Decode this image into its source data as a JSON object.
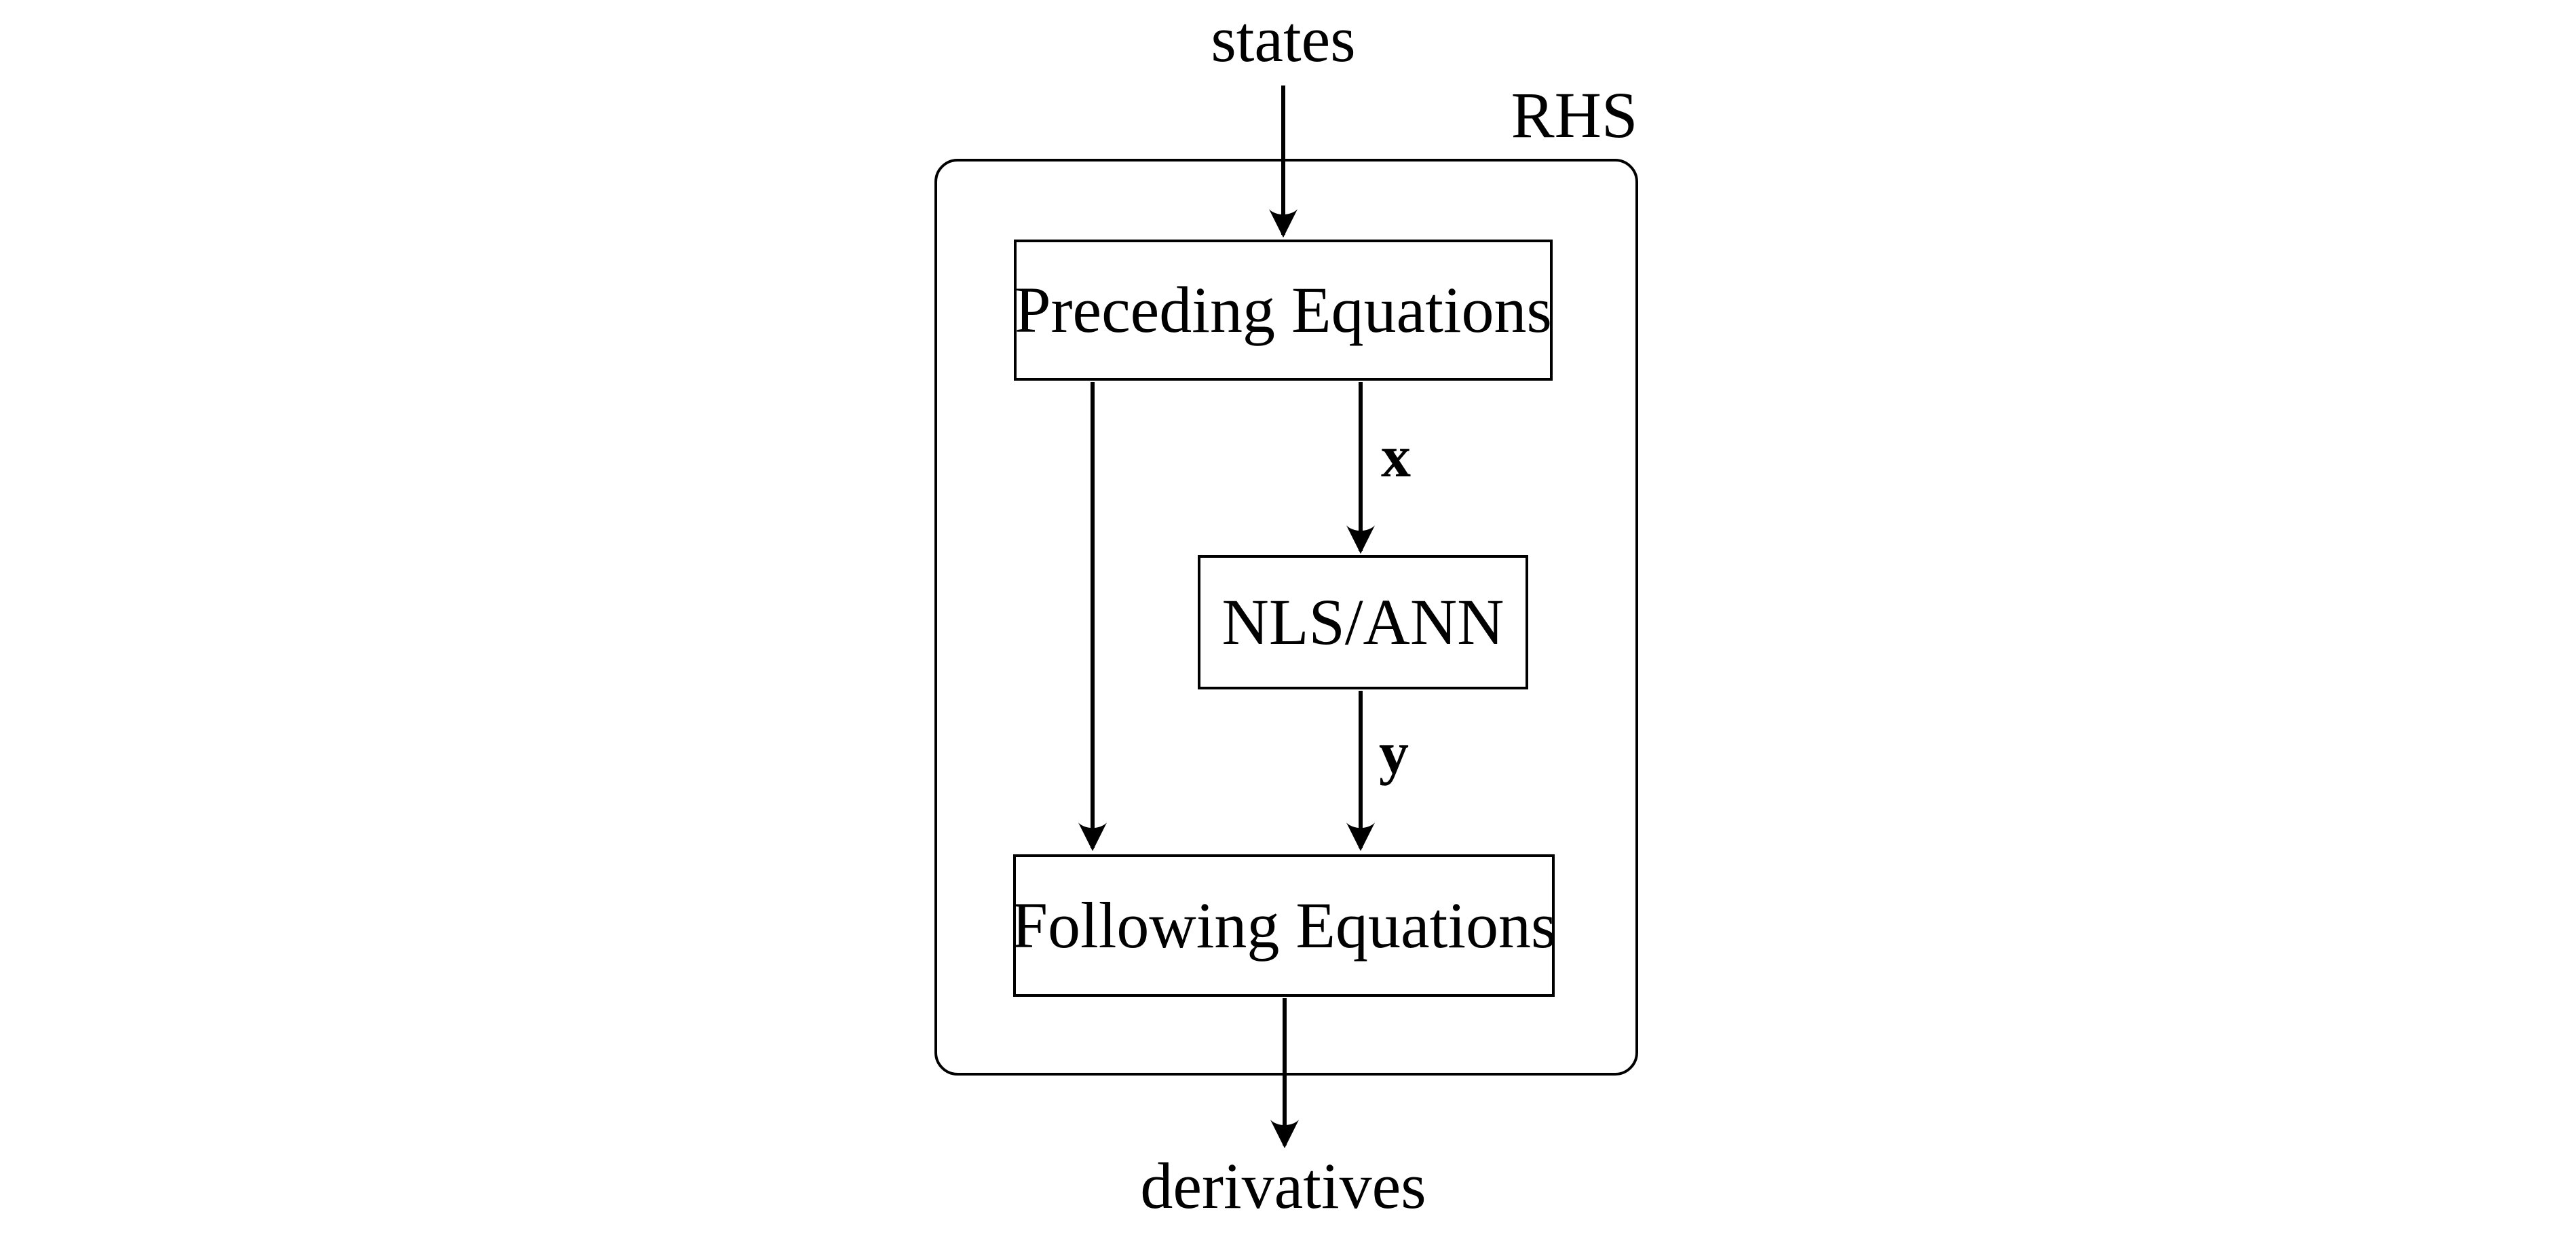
{
  "diagram": {
    "type": "flowchart",
    "background_color": "#ffffff",
    "line_color": "#000000",
    "text_color": "#000000",
    "input_label": "states",
    "container_label": "RHS",
    "output_label": "derivatives",
    "nodes": [
      {
        "id": "preceding-equations",
        "label": "Preceding Equations"
      },
      {
        "id": "nls-ann",
        "label": "NLS/ANN"
      },
      {
        "id": "following-equations",
        "label": "Following Equations"
      }
    ],
    "edge_labels": {
      "x": "x",
      "y": "y"
    },
    "edges": [
      {
        "from": "states",
        "to": "preceding-equations",
        "label": ""
      },
      {
        "from": "preceding-equations",
        "to": "nls-ann",
        "label": "x"
      },
      {
        "from": "preceding-equations",
        "to": "following-equations",
        "label": ""
      },
      {
        "from": "nls-ann",
        "to": "following-equations",
        "label": "y"
      },
      {
        "from": "following-equations",
        "to": "derivatives",
        "label": ""
      }
    ]
  }
}
